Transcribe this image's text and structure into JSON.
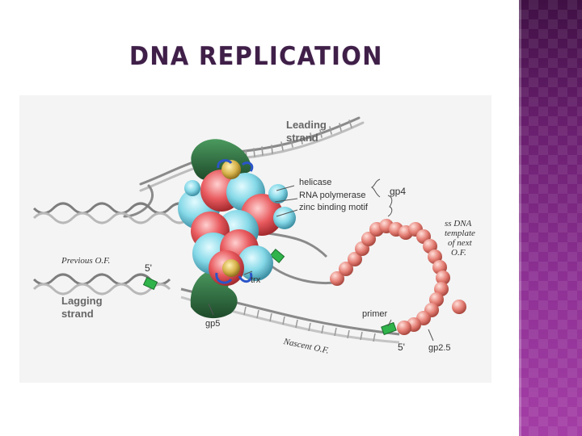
{
  "slide": {
    "title": "DNA REPLICATION"
  },
  "diagram": {
    "labels": {
      "leading_strand_line1": "Leading",
      "leading_strand_line2": "strand",
      "helicase": "helicase",
      "rna_polymerase": "RNA polymerase",
      "zinc_binding_motif": "zinc binding motif",
      "gp4": "gp4",
      "ssdna_line1": "ss DNA",
      "ssdna_line2": "template",
      "ssdna_line3": "of next",
      "ssdna_line4": "O.F.",
      "previous_of": "Previous O.F.",
      "five_prime_left": "5'",
      "trx": "trx",
      "lagging_strand_line1": "Lagging",
      "lagging_strand_line2": "strand",
      "gp5": "gp5",
      "primer": "primer",
      "nascent_of": "Nascent O.F.",
      "five_prime_right": "5'",
      "gp25": "gp2.5"
    },
    "colors": {
      "dna": "#8a8a8a",
      "dna_light": "#d9d9d9",
      "helicase_cyan": "#7fd6e6",
      "helicase_red": "#e8565a",
      "gp5_green": "#2f6e40",
      "primer_green": "#2fb34a",
      "ssb_bead": "#e57c74",
      "zinc_gold": "#d1b04a",
      "trx_blue": "#2a55c8"
    }
  }
}
